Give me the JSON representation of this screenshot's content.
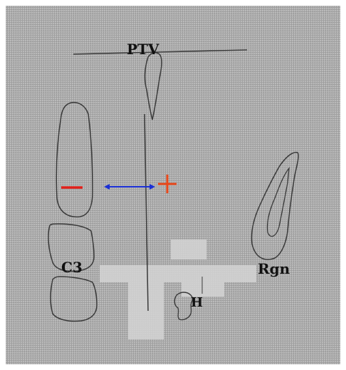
{
  "labels": {
    "ptv": "PTV",
    "c3": "C3",
    "rgn": "Rgn",
    "h": "H"
  },
  "markers": {
    "minus": "−",
    "plus": "+"
  },
  "colors": {
    "background": "#a9a9a9",
    "outline": "#3a3a3a",
    "minus_marker": "#e0201a",
    "plus_marker": "#e8481a",
    "arrow": "#1a2fd6",
    "highlight": "#d2d2d2"
  }
}
